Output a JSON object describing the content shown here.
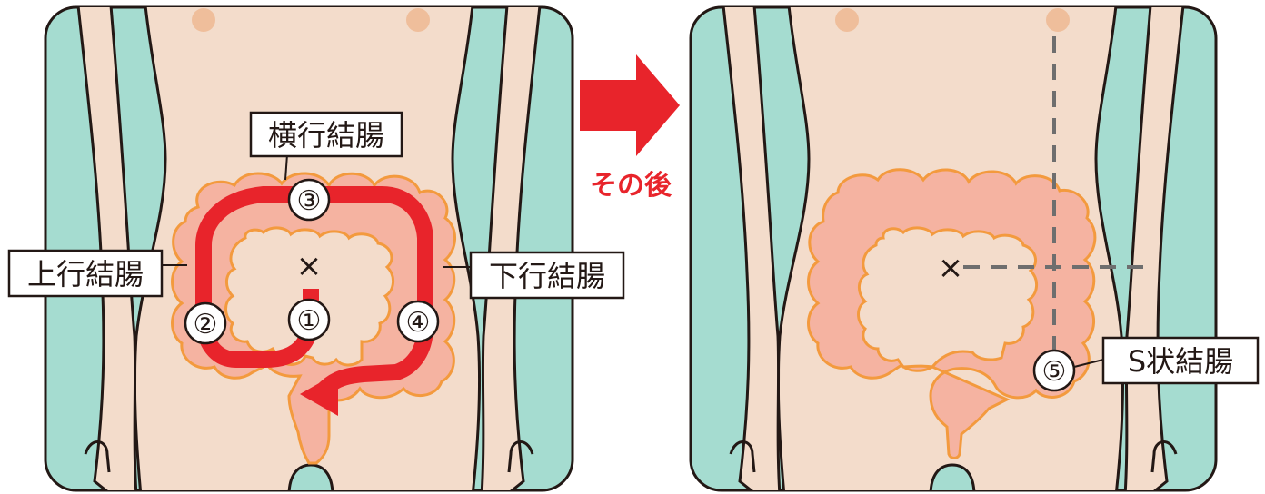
{
  "labels": {
    "transverse": "横行結腸",
    "ascending": "上行結腸",
    "descending": "下行結腸",
    "sigmoid": "S状結腸",
    "after": "その後"
  },
  "markers": {
    "n1": "①",
    "n2": "②",
    "n3": "③",
    "n4": "④",
    "n5": "⑤",
    "center_left": "×",
    "center_right": "×"
  },
  "colors": {
    "body": "#f3dccb",
    "limb": "#a5dcd0",
    "outline": "#231815",
    "colon": "#f5b3a1",
    "colon_edge": "#f39a3e",
    "path": "#e8242b",
    "nipple": "#efbe9b",
    "guide": "#6e6e6e"
  }
}
